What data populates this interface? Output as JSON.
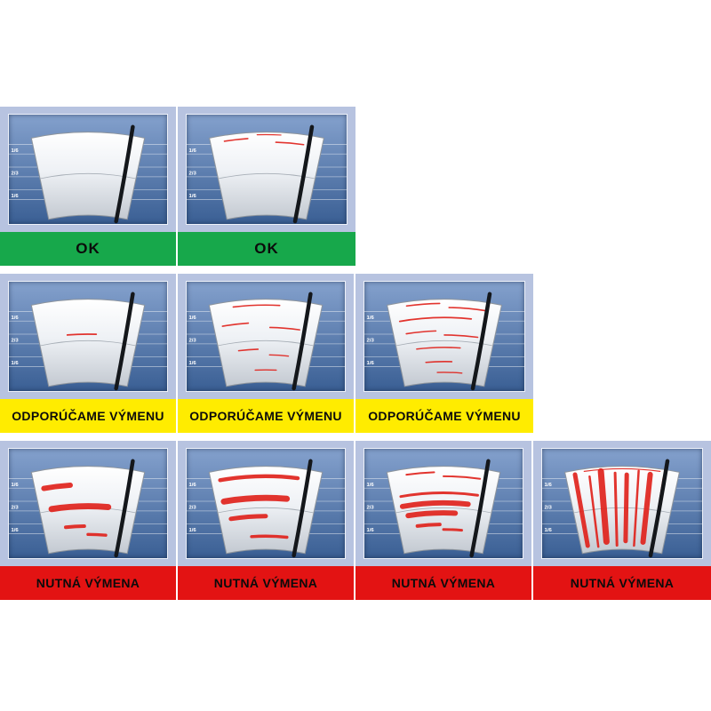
{
  "chart": {
    "type": "diagram-grid",
    "subject": "wiper-blade-wear-test-chart",
    "scale_labels": [
      "1/6",
      "2/3",
      "1/6"
    ],
    "colors": {
      "panel_frame": "#b7c3e0",
      "panel_blue_top": "#84a1cd",
      "panel_blue_bottom": "#3a5f94",
      "streak_red": "#e0231c",
      "ok_green": "#17a84b",
      "warn_yellow": "#ffec00",
      "danger_red": "#e31313"
    },
    "rows": [
      {
        "status_label": "OK",
        "bar_color": "#17a84b",
        "cells": [
          {
            "streaks": []
          },
          {
            "streaks": [
              {
                "t": 0.93,
                "a1": -9,
                "a2": -4,
                "w": 1.6
              },
              {
                "t": 0.88,
                "a1": 2,
                "a2": 8,
                "w": 1.6
              },
              {
                "t": 0.97,
                "a1": -2,
                "a2": 3,
                "w": 1.2
              }
            ]
          }
        ]
      },
      {
        "status_label": "ODPORÚČAME VÝMENU",
        "bar_color": "#ffec00",
        "cells": [
          {
            "streaks": [
              {
                "t": 0.58,
                "a1": -5,
                "a2": 2,
                "w": 1.8
              }
            ]
          },
          {
            "streaks": [
              {
                "t": 0.93,
                "a1": -7,
                "a2": 3,
                "w": 1.6
              },
              {
                "t": 0.72,
                "a1": -10,
                "a2": -4,
                "w": 1.6
              },
              {
                "t": 0.66,
                "a1": 1,
                "a2": 8,
                "w": 1.6
              },
              {
                "t": 0.4,
                "a1": -7,
                "a2": -2,
                "w": 1.6
              },
              {
                "t": 0.33,
                "a1": 1,
                "a2": 6,
                "w": 1.4
              },
              {
                "t": 0.15,
                "a1": -3,
                "a2": 3,
                "w": 1.4
              }
            ]
          },
          {
            "streaks": [
              {
                "t": 0.95,
                "a1": -8,
                "a2": -1,
                "w": 1.6
              },
              {
                "t": 0.9,
                "a1": 1,
                "a2": 9,
                "w": 1.6
              },
              {
                "t": 0.78,
                "a1": -10,
                "a2": 6,
                "w": 1.8
              },
              {
                "t": 0.62,
                "a1": -9,
                "a2": -2,
                "w": 1.6
              },
              {
                "t": 0.57,
                "a1": 0,
                "a2": 8,
                "w": 1.6
              },
              {
                "t": 0.42,
                "a1": -7,
                "a2": 4,
                "w": 1.6
              },
              {
                "t": 0.25,
                "a1": -5,
                "a2": 2,
                "w": 1.6
              },
              {
                "t": 0.12,
                "a1": -2,
                "a2": 5,
                "w": 1.4
              }
            ]
          }
        ]
      },
      {
        "status_label": "NUTNÁ VÝMENA",
        "bar_color": "#e31313",
        "cells": [
          {
            "streaks": [
              {
                "t": 0.78,
                "a1": -10,
                "a2": -4,
                "w": 6
              },
              {
                "t": 0.52,
                "a1": -9,
                "a2": 5,
                "w": 7
              },
              {
                "t": 0.28,
                "a1": -6,
                "a2": -1,
                "w": 4
              },
              {
                "t": 0.18,
                "a1": 0,
                "a2": 5,
                "w": 3.5
              }
            ]
          },
          {
            "streaks": [
              {
                "t": 0.88,
                "a1": -10,
                "a2": 7,
                "w": 4.5
              },
              {
                "t": 0.62,
                "a1": -10,
                "a2": 5,
                "w": 7
              },
              {
                "t": 0.4,
                "a1": -9,
                "a2": 0,
                "w": 5
              },
              {
                "t": 0.16,
                "a1": -4,
                "a2": 6,
                "w": 3.5
              }
            ]
          },
          {
            "streaks": [
              {
                "t": 0.93,
                "a1": -8,
                "a2": -2,
                "w": 2
              },
              {
                "t": 0.88,
                "a1": 0,
                "a2": 8,
                "w": 2
              },
              {
                "t": 0.68,
                "a1": -10,
                "a2": 8,
                "w": 3
              },
              {
                "t": 0.56,
                "a1": -10,
                "a2": 6,
                "w": 6
              },
              {
                "t": 0.44,
                "a1": -9,
                "a2": 3,
                "w": 6
              },
              {
                "t": 0.3,
                "a1": -7,
                "a2": -1,
                "w": 4
              },
              {
                "t": 0.24,
                "a1": 0,
                "a2": 5,
                "w": 3
              }
            ]
          },
          {
            "streaks": [
              {
                "t": 0.97,
                "a1": -8,
                "a2": 8,
                "w": 1.2
              },
              {
                "type": "radial",
                "a": -10,
                "t1": 0.08,
                "t2": 0.95,
                "w": 5
              },
              {
                "type": "radial",
                "a": -7,
                "t1": 0.05,
                "t2": 0.9,
                "w": 2.5
              },
              {
                "type": "radial",
                "a": -4.5,
                "t1": 0.1,
                "t2": 0.95,
                "w": 7
              },
              {
                "type": "radial",
                "a": -1.5,
                "t1": 0.05,
                "t2": 0.92,
                "w": 3
              },
              {
                "type": "radial",
                "a": 1,
                "t1": 0.1,
                "t2": 0.9,
                "w": 5
              },
              {
                "type": "radial",
                "a": 3.5,
                "t1": 0.05,
                "t2": 0.95,
                "w": 2.5
              },
              {
                "type": "radial",
                "a": 6,
                "t1": 0.1,
                "t2": 0.92,
                "w": 6
              },
              {
                "type": "radial",
                "a": 9,
                "t1": 0.06,
                "t2": 0.9,
                "w": 3
              }
            ]
          }
        ]
      }
    ]
  }
}
